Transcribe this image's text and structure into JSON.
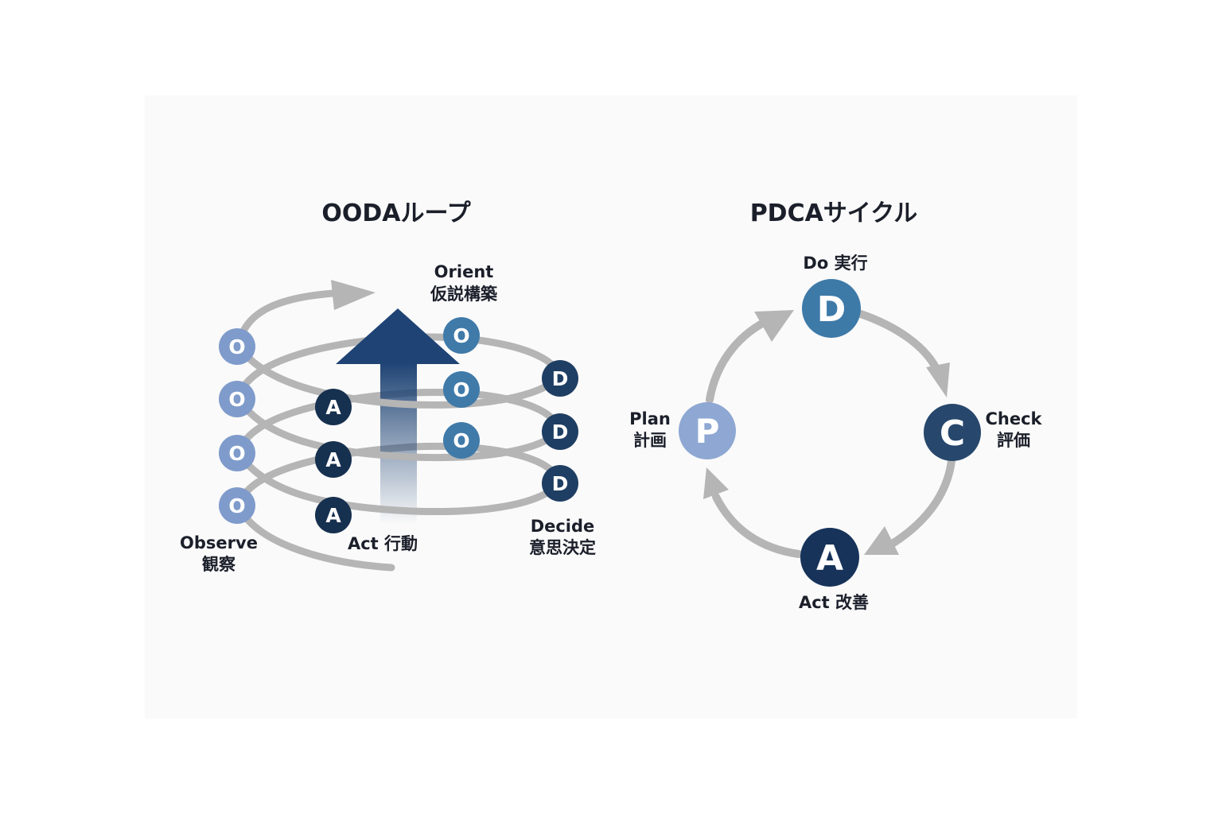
{
  "ooda": {
    "title": "OODAループ",
    "observe": {
      "letter": "O",
      "label_en": "Observe",
      "label_jp": "観察"
    },
    "orient": {
      "letter": "O",
      "label_en": "Orient",
      "label_jp": "仮説構築"
    },
    "decide": {
      "letter": "D",
      "label_en": "Decide",
      "label_jp": "意思決定"
    },
    "act": {
      "letter": "A",
      "label": "Act 行動"
    }
  },
  "pdca": {
    "title": "PDCAサイクル",
    "plan": {
      "letter": "P",
      "label_en": "Plan",
      "label_jp": "計画"
    },
    "do": {
      "letter": "D",
      "label": "Do 実行"
    },
    "check": {
      "letter": "C",
      "label_en": "Check",
      "label_jp": "評価"
    },
    "act": {
      "letter": "A",
      "label": "Act 改善"
    }
  },
  "colors": {
    "observe": "#7f9bcb",
    "orient": "#3f7aa9",
    "decide": "#1f3e63",
    "act": "#16304f",
    "plan": "#8ea7d3",
    "do": "#3e7aa8",
    "check": "#27476c",
    "act_pdca": "#17335a",
    "loop": "#b5b5b5",
    "arrow": "#1e4374",
    "text": "#1b1f2a"
  }
}
